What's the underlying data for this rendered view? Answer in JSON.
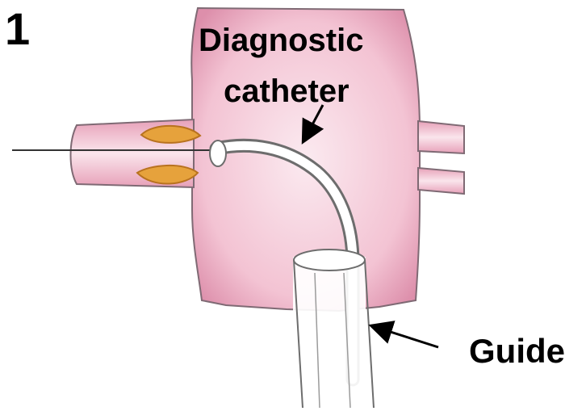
{
  "figure": {
    "step_number": "1",
    "labels": {
      "diagnostic_catheter_line1": "Diagnostic",
      "diagnostic_catheter_line2": "catheter",
      "guide": "Guide"
    },
    "colors": {
      "vessel_fill": "#f3c3d3",
      "vessel_edge": "#d57b9c",
      "vessel_outline": "#7f6a74",
      "plaque_fill": "#e6a23c",
      "plaque_edge": "#b8721f",
      "catheter_stroke": "#6d6d6d",
      "wire": "#333333",
      "arrow": "#000000"
    }
  }
}
